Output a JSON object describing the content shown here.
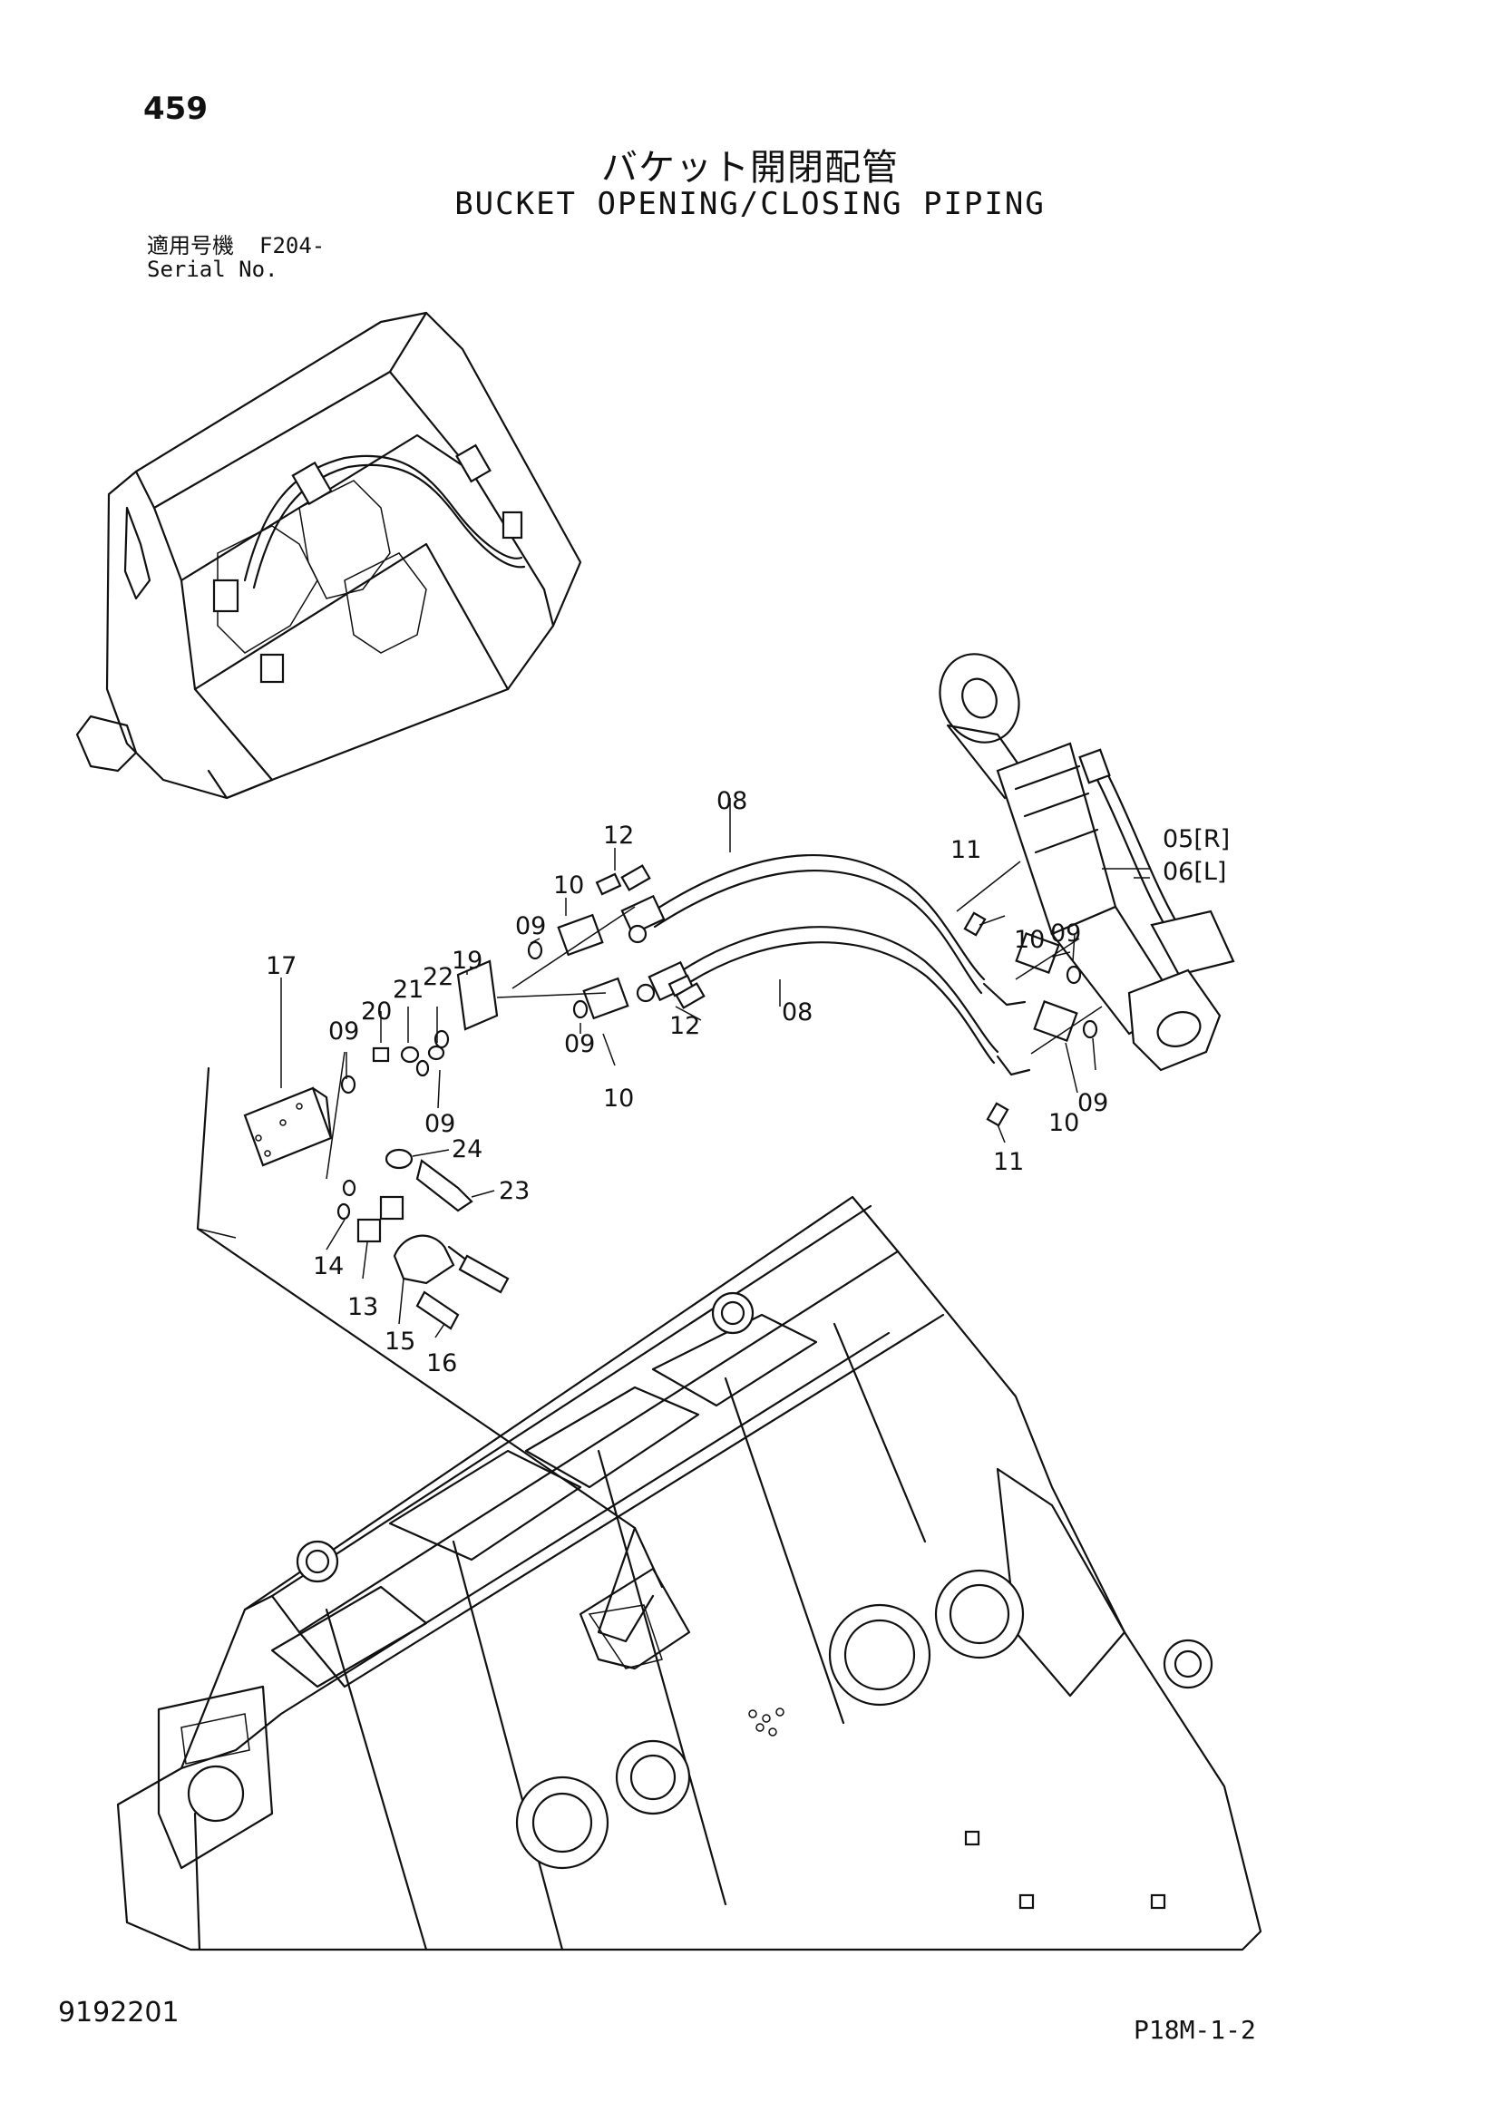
{
  "header": {
    "page_number": "459",
    "title_jp": "バケット開閉配管",
    "title_en": "BUCKET OPENING/CLOSING PIPING",
    "serial_label_jp": "適用号機",
    "serial_value": "F204-",
    "serial_label_en": "Serial No."
  },
  "callouts": {
    "p05_06": "05[R]",
    "p06": "06[L]",
    "p08_top": "08",
    "p08_mid": "08",
    "p09_a": "09",
    "p09_b": "09",
    "p09_c": "09",
    "p09_d": "09",
    "p09_e": "09",
    "p09_f": "09",
    "p10_a": "10",
    "p10_b": "10",
    "p10_c": "10",
    "p10_d": "10",
    "p11_a": "11",
    "p11_b": "11",
    "p12_a": "12",
    "p12_b": "12",
    "p13": "13",
    "p14": "14",
    "p15": "15",
    "p16": "16",
    "p17": "17",
    "p19": "19",
    "p20": "20",
    "p21": "21",
    "p22": "22",
    "p23": "23",
    "p24": "24"
  },
  "footer": {
    "drawing_number": "9192201",
    "page_code": "P18M-1-2"
  }
}
